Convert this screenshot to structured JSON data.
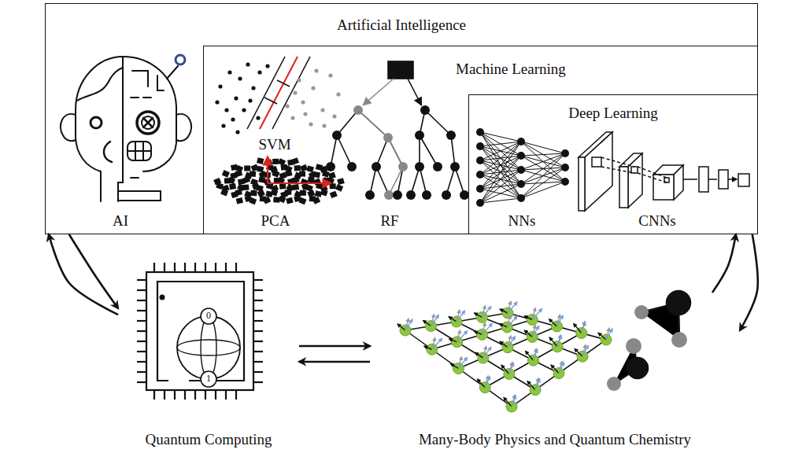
{
  "diagram": {
    "nodes": [
      {
        "text": [
          "Artificial Intelligence"
        ]
      },
      {
        "text": [
          "Machine Learning"
        ],
        "in": 0
      },
      {
        "text": [
          "Deep Learning"
        ],
        "in": 1
      },
      {
        "text": [
          "Quantum Computing"
        ]
      },
      {
        "text": [
          "Many-Body Physics and Quantum Chemistry"
        ]
      }
    ],
    "edges": [
      {
        "from": 0,
        "to": 3,
        "arrow": "to"
      },
      {
        "from": 3,
        "to": 0,
        "arrow": "to"
      },
      {
        "from": 3,
        "to": 4,
        "arrow": "to"
      },
      {
        "from": 4,
        "to": 3,
        "arrow": "to"
      },
      {
        "from": 4,
        "to": 0,
        "arrow": "to"
      },
      {
        "from": 0,
        "to": 4,
        "arrow": "to"
      }
    ],
    "labels": [
      "AI",
      "SVM",
      "PCA",
      "RF",
      "NNs",
      "CNNs",
      "0",
      "1"
    ]
  }
}
